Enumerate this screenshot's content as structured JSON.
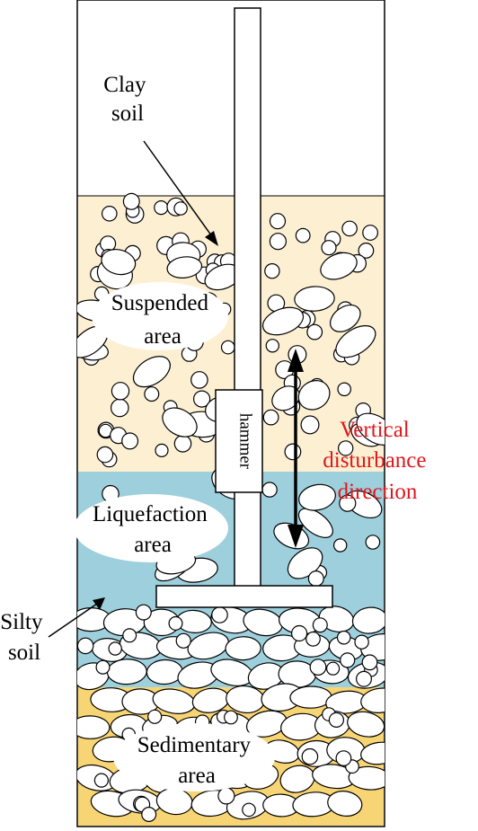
{
  "labels": {
    "clay_soil": [
      "Clay",
      "soil"
    ],
    "suspended_area": [
      "Suspended",
      "area"
    ],
    "liquefaction_area": [
      "Liquefaction",
      "area"
    ],
    "sedimentary_area": [
      "Sedimentary",
      "area"
    ],
    "silty_soil": [
      "Silty",
      "soil"
    ],
    "vertical_disturbance": [
      "Vertical",
      "disturbance",
      "direction"
    ],
    "hammer": "hammer"
  },
  "colors": {
    "suspended_layer": "#fdf0d2",
    "liquefaction_layer": "#9dcfdc",
    "sedimentary_layer": "#f8d574",
    "particle_fill": "#ffffff",
    "particle_stroke": "#000000",
    "accent_text": "#e0161b"
  }
}
